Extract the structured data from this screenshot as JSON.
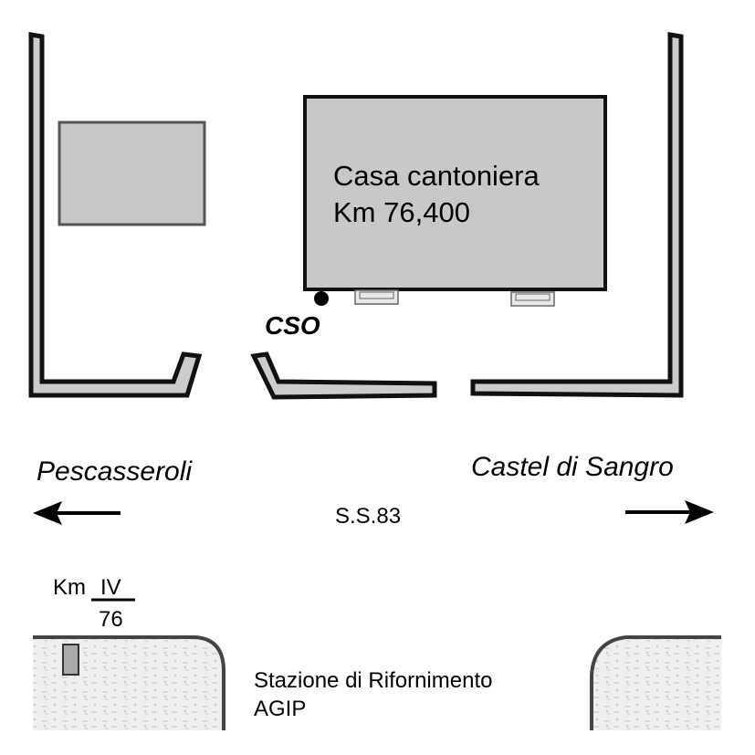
{
  "building": {
    "name": "Casa cantoniera",
    "km": "Km 76,400"
  },
  "marker": {
    "label": "CSO"
  },
  "directions": {
    "left": "Pescasseroli",
    "right": "Castel di Sangro"
  },
  "road": {
    "name": "S.S.83"
  },
  "milestone": {
    "prefix": "Km",
    "roman": "IV",
    "number": "76"
  },
  "station": {
    "line1": "Stazione di Rifornimento",
    "line2": "AGIP"
  },
  "colors": {
    "wall_fill": "#cccccc",
    "building_fill": "#c8c8c8",
    "outline": "#111111",
    "station_area": "#e6e6e6"
  }
}
